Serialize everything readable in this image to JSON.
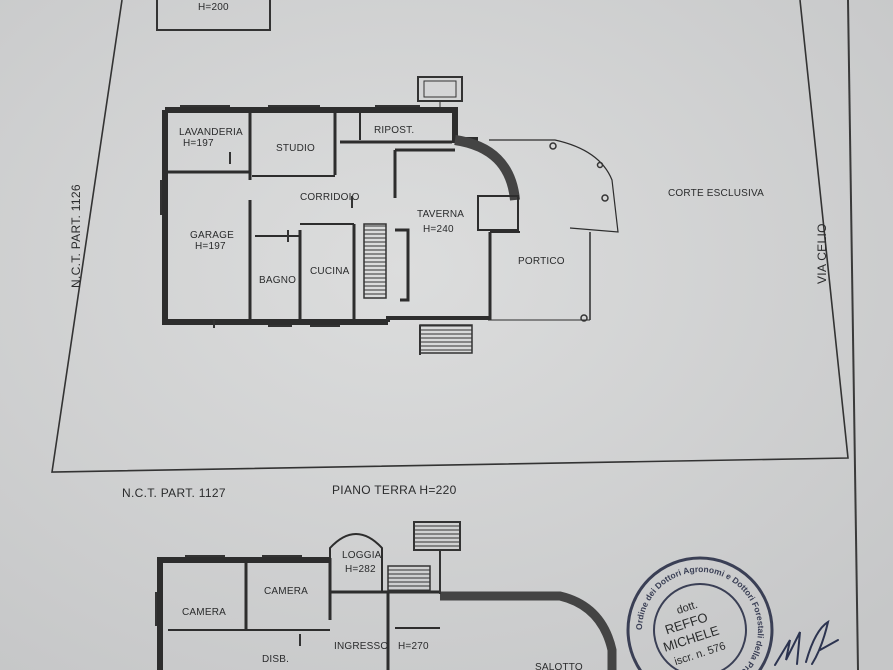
{
  "top_box_label": "H=200",
  "ground_floor": {
    "title": "PIANO TERRA H=220",
    "rooms": {
      "lavanderia": "LAVANDERIA",
      "lavanderia_h": "H=197",
      "studio": "STUDIO",
      "ripostiglio": "RIPOST.",
      "corridoio": "CORRIDOIO",
      "taverna": "TAVERNA",
      "taverna_h": "H=240",
      "garage": "GARAGE",
      "garage_h": "H=197",
      "bagno": "BAGNO",
      "cucina": "CUCINA",
      "portico": "PORTICO"
    }
  },
  "site": {
    "corte": "CORTE ESCLUSIVA",
    "via": "VIA CELIO",
    "parcel_left": "N.C.T. PART. 1126",
    "parcel_bottom": "N.C.T. PART. 1127"
  },
  "upper_floor": {
    "rooms": {
      "loggia": "LOGGIA",
      "loggia_h": "H=282",
      "camera_1": "CAMERA",
      "camera_2": "CAMERA",
      "ingresso": "INGRESSO",
      "ingresso_h": "H=270",
      "disb": "DISB.",
      "salotto": "SALOTTO"
    }
  },
  "stamp": {
    "line1": "dott.",
    "line2": "REFFO",
    "line3": "MICHELE",
    "line4": "iscr. n. 576",
    "ring_text": "Ordine dei Dottori Agronomi e Dottori Forestali della Provincia di Padova"
  },
  "colors": {
    "paper": "#d4d5d6",
    "ink": "#2a2b2c",
    "stamp_ink": "#3a3f55"
  }
}
